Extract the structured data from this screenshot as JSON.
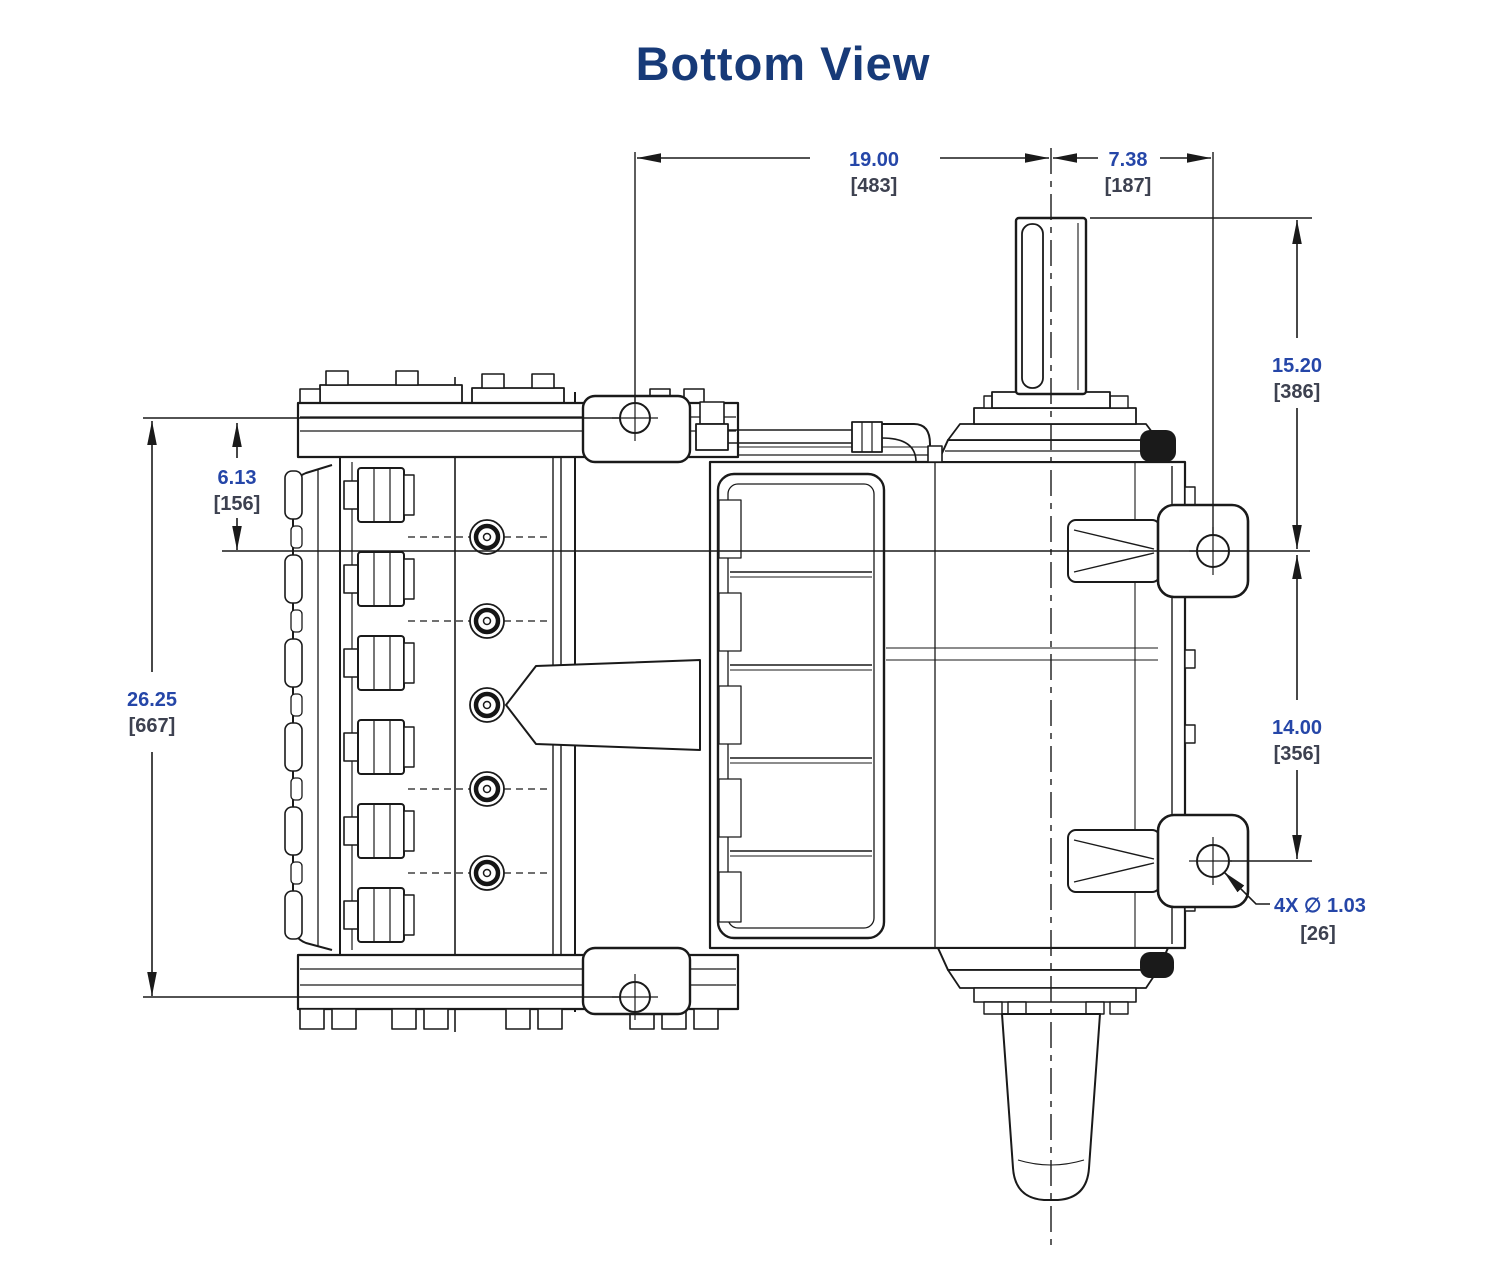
{
  "title": "Bottom View",
  "colors": {
    "title": "#173a78",
    "dim_value": "#2546a8",
    "dim_metric": "#3d4150",
    "line": "#1a1a1a"
  },
  "dimensions": {
    "width_foot_to_shaft": {
      "in": "19.00",
      "mm": "[483]"
    },
    "shaft_to_right_feet": {
      "in": "7.38",
      "mm": "[187]"
    },
    "shaft_above_centerline": {
      "in": "15.20",
      "mm": "[386]"
    },
    "right_feet_spacing": {
      "in": "14.00",
      "mm": "[356]"
    },
    "middle_feet_spacing": {
      "in": "26.25",
      "mm": "[667]"
    },
    "top_face_to_centerline": {
      "in": "6.13",
      "mm": "[156]"
    }
  },
  "annotations": {
    "mounting_holes_line1": "4X ∅ 1.03",
    "mounting_holes_line2": "[26]"
  }
}
